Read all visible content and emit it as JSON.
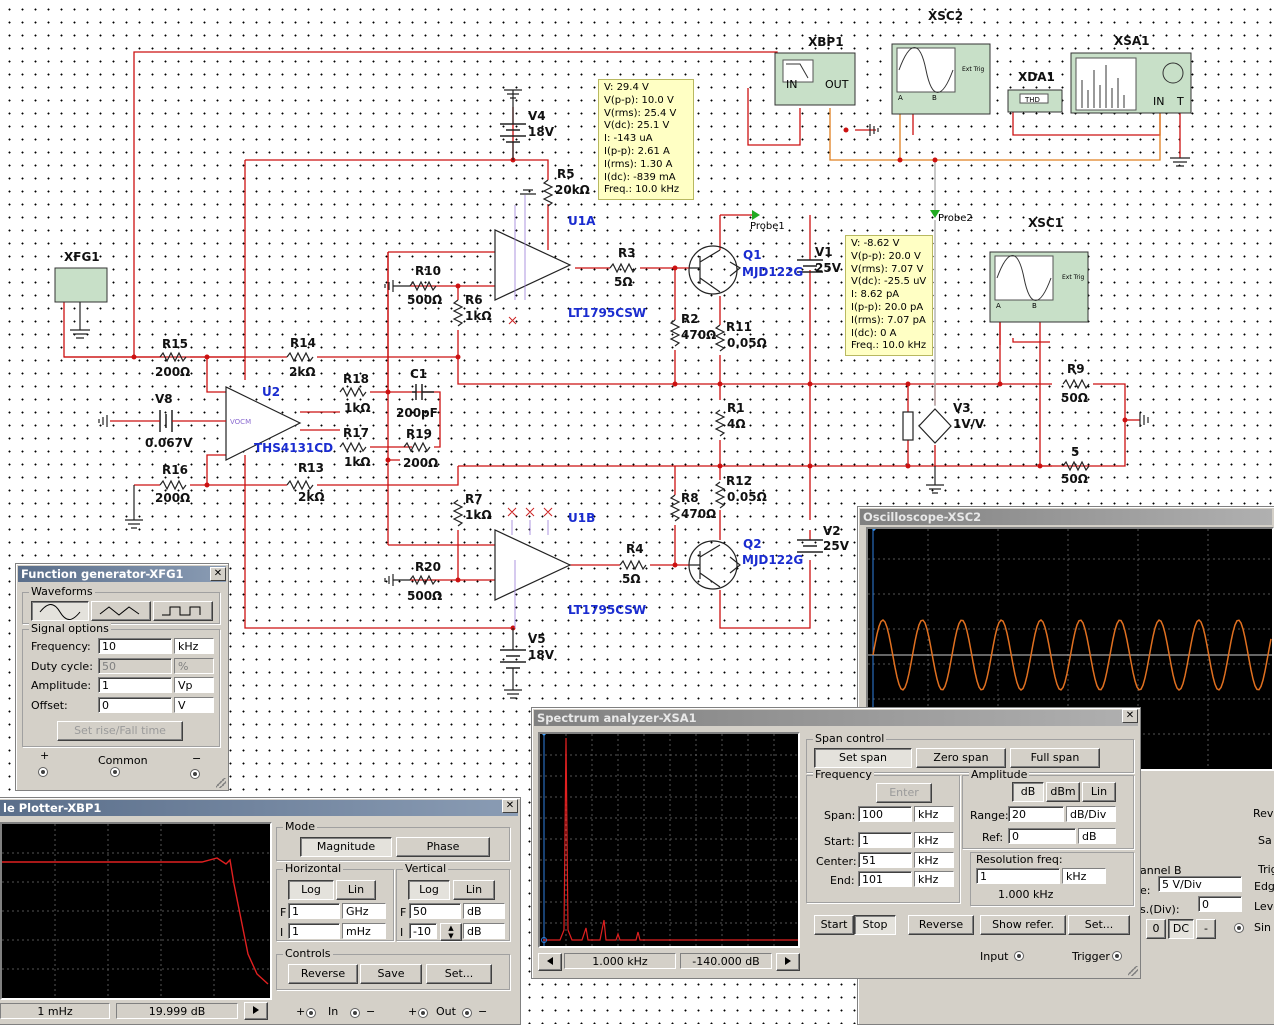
{
  "schematic": {
    "instruments": {
      "xbp1": "XBP1",
      "xsc2": "XSC2",
      "xda1": "XDA1",
      "xsa1": "XSA1",
      "xfg1": "XFG1",
      "xsc1": "XSC1",
      "in": "IN",
      "out": "OUT",
      "thd": "THD",
      "ext_trig": "Ext Trig",
      "a": "A",
      "b": "B",
      "t": "T"
    },
    "parts": {
      "v4": "V4",
      "v4_val": "18V",
      "r5": "R5",
      "r5_val": "20kΩ",
      "u1a": "U1A",
      "u1a_part": "LT1795CSW",
      "r3": "R3",
      "r3_val": "5Ω",
      "q1": "Q1",
      "q1_part": "MJD122G",
      "probe1": "Probe1",
      "probe2": "Probe2",
      "v1": "V1",
      "v1_val": "25V",
      "r10": "R10",
      "r10_val": "500Ω",
      "r6": "R6",
      "r6_val": "1kΩ",
      "r2": "R2",
      "r2_val": "470Ω",
      "r11": "R11",
      "r11_val": "0.05Ω",
      "r15": "R15",
      "r15_val": "200Ω",
      "r14": "R14",
      "r14_val": "2kΩ",
      "u2": "U2",
      "u2_part": "THS4131CD",
      "r18": "R18",
      "r18_val": "1kΩ",
      "c1": "C1",
      "c1_val": "200pF",
      "v8": "V8",
      "v8_val": "0.067V",
      "r17": "R17",
      "r17_val": "1kΩ",
      "r19": "R19",
      "r19_val": "200Ω",
      "r1": "R1",
      "r1_val": "4Ω",
      "v3": "V3",
      "v3_val": "1V/V",
      "r9": "R9",
      "r9_val": "50Ω",
      "r16": "R16",
      "r16_val": "200Ω",
      "r13": "R13",
      "r13_val": "2kΩ",
      "r12": "R12",
      "r12_val": "0.05Ω",
      "five": "5",
      "five_val": "50Ω",
      "r7": "R7",
      "r7_val": "1kΩ",
      "u1b": "U1B",
      "r8": "R8",
      "r8_val": "470Ω",
      "v2": "V2",
      "v2_val": "25V",
      "q2": "Q2",
      "q2_part": "MJD122G",
      "r20": "R20",
      "r20_val": "500Ω",
      "r4": "R4",
      "r4_val": "5Ω",
      "u1b_part": "LT1795CSW",
      "v5": "V5",
      "v5_val": "18V",
      "vocm": "VOCM"
    },
    "probe1_readout": [
      "V: 29.4 V",
      "V(p-p): 10.0 V",
      "V(rms): 25.4 V",
      "V(dc): 25.1 V",
      "I: -143 uA",
      "I(p-p): 2.61 A",
      "I(rms): 1.30 A",
      "I(dc): -839 mA",
      "Freq.: 10.0 kHz"
    ],
    "probe2_readout": [
      "V: -8.62 V",
      "V(p-p): 20.0 V",
      "V(rms): 7.07 V",
      "V(dc): -25.5 uV",
      "I: 8.62 pA",
      "I(p-p): 20.0 pA",
      "I(rms): 7.07 pA",
      "I(dc): 0 A",
      "Freq.: 10.0 kHz"
    ]
  },
  "funcgen": {
    "title": "Function generator-XFG1",
    "waveforms_label": "Waveforms",
    "signal_options_label": "Signal options",
    "frequency_label": "Frequency:",
    "frequency_value": "10",
    "frequency_unit": "kHz",
    "duty_label": "Duty cycle:",
    "duty_value": "50",
    "duty_unit": "%",
    "amplitude_label": "Amplitude:",
    "amplitude_value": "1",
    "amplitude_unit": "Vp",
    "offset_label": "Offset:",
    "offset_value": "0",
    "offset_unit": "V",
    "rise_fall_button": "Set rise/Fall time",
    "plus": "+",
    "common": "Common",
    "minus": "−"
  },
  "bode": {
    "title": "le Plotter-XBP1",
    "mode_label": "Mode",
    "magnitude": "Magnitude",
    "phase": "Phase",
    "horizontal_label": "Horizontal",
    "vertical_label": "Vertical",
    "log": "Log",
    "lin": "Lin",
    "f": "F",
    "i": "I",
    "h_f_value": "1",
    "h_f_unit": "GHz",
    "h_i_value": "1",
    "h_i_unit": "mHz",
    "v_f_value": "50",
    "v_f_unit": "dB",
    "v_i_value": "-10",
    "v_i_unit": "dB",
    "controls_label": "Controls",
    "reverse": "Reverse",
    "save": "Save",
    "set": "Set...",
    "readout_freq": "1 mHz",
    "readout_mag": "19.999 dB",
    "in_label": "In",
    "out_label": "Out",
    "plus": "+",
    "minus": "−"
  },
  "oscilloscope": {
    "title": "Oscilloscope-XSC2",
    "rev": "Rev",
    "sa": "Sa",
    "channel_b": "annel B",
    "scale_label": "e:",
    "scale_value": "5  V/Div",
    "ypos_label": "s.(Div):",
    "ypos_value": "0",
    "trig": "Trig",
    "edge": "Edg",
    "level": "Leve",
    "sing": "Sin",
    "ac": "0",
    "dc": "DC",
    "dash": "-"
  },
  "spectrum": {
    "title": "Spectrum analyzer-XSA1",
    "span_control": "Span control",
    "set_span": "Set span",
    "zero_span": "Zero span",
    "full_span": "Full span",
    "frequency_label": "Frequency",
    "enter": "Enter",
    "span_label": "Span:",
    "span_value": "100",
    "span_unit": "kHz",
    "start_label": "Start:",
    "start_value": "1",
    "start_unit": "kHz",
    "center_label": "Center:",
    "center_value": "51",
    "center_unit": "kHz",
    "end_label": "End:",
    "end_value": "101",
    "end_unit": "kHz",
    "amplitude_label": "Amplitude",
    "db": "dB",
    "dbm": "dBm",
    "lin": "Lin",
    "range_label": "Range:",
    "range_value": "20",
    "range_unit": "dB/Div",
    "ref_label": "Ref:",
    "ref_value": "0",
    "ref_unit": "dB",
    "res_label": "Resolution freq:",
    "res_value": "1",
    "res_unit": "kHz",
    "res_display": "1.000 kHz",
    "start_btn": "Start",
    "stop_btn": "Stop",
    "reverse_btn": "Reverse",
    "show_refer": "Show refer.",
    "set_btn": "Set...",
    "readout_freq": "1.000 kHz",
    "readout_amp": "-140.000  dB",
    "input_label": "Input",
    "trigger_label": "Trigger"
  }
}
